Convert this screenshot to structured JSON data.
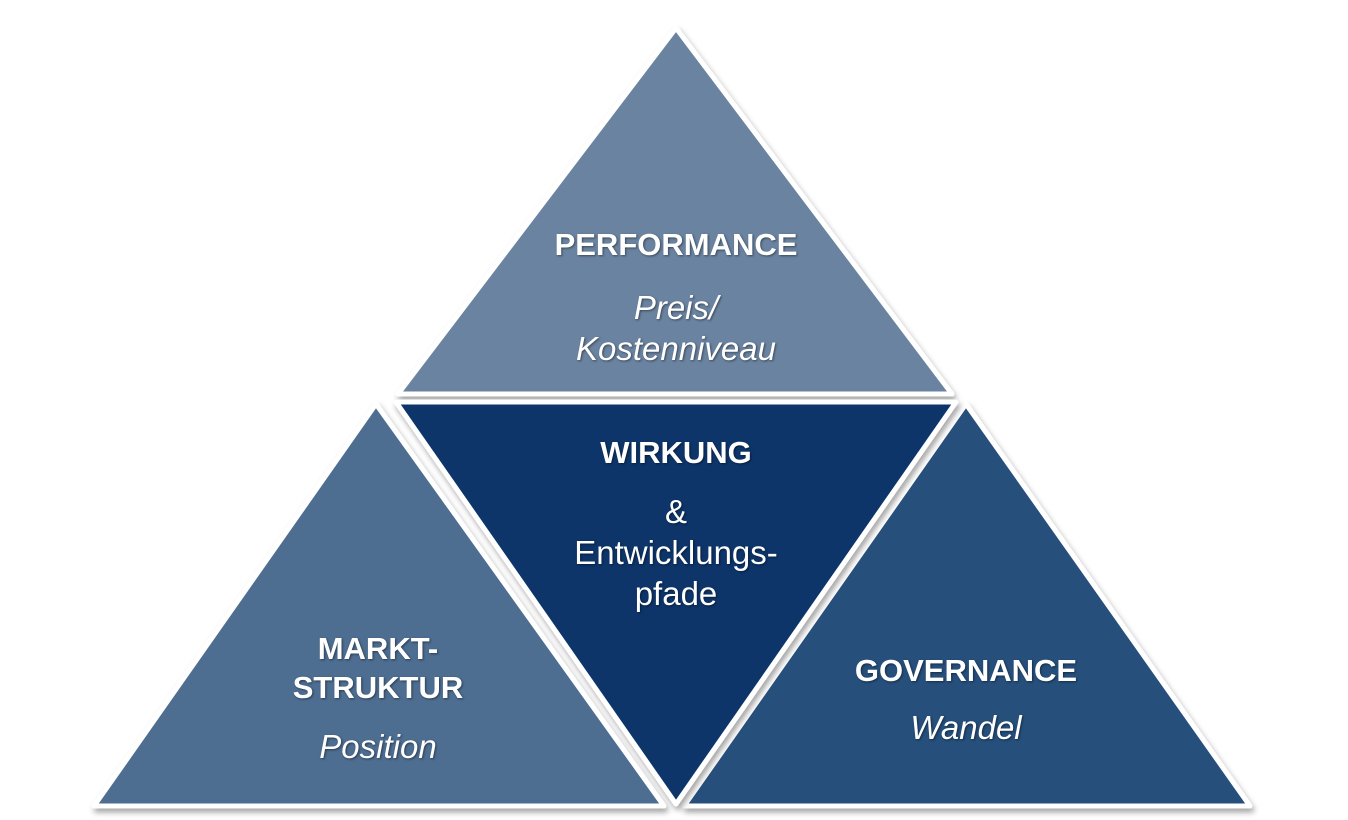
{
  "diagram": {
    "top": {
      "title": "PERFORMANCE",
      "subtitle_line1": "Preis/",
      "subtitle_line2": "Kostenniveau",
      "color": "#6a83a0"
    },
    "center": {
      "title": "WIRKUNG",
      "line1": "&",
      "line2": "Entwicklungs-",
      "line3": "pfade",
      "color": "#07366b"
    },
    "left": {
      "title_line1": "MARKT-",
      "title_line2": "STRUKTUR",
      "subtitle": "Position",
      "color": "#4e6d91"
    },
    "right": {
      "title": "GOVERNANCE",
      "subtitle": "Wandel",
      "color": "#274f7b"
    }
  }
}
